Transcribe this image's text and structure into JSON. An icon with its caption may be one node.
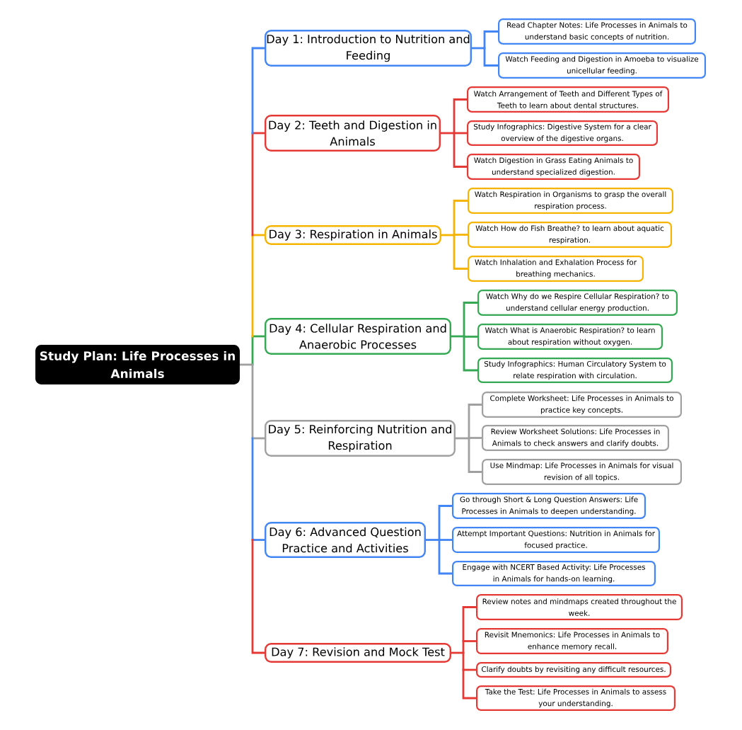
{
  "diagram": {
    "nodes": [
      {
        "text": [
          "Study Plan: Life Processes in Animals"
        ]
      },
      {
        "text": [
          "Day 1: Introduction to Nutrition and Feeding"
        ]
      },
      {
        "text": [
          "Day 2: Teeth and Digestion in Animals"
        ]
      },
      {
        "text": [
          "Day 3: Respiration in Animals"
        ]
      },
      {
        "text": [
          "Day 4: Cellular Respiration and Anaerobic Processes"
        ]
      },
      {
        "text": [
          "Day 5: Reinforcing Nutrition and Respiration"
        ]
      },
      {
        "text": [
          "Day 6: Advanced Question Practice and Activities"
        ]
      },
      {
        "text": [
          "Day 7: Revision and Mock Test"
        ]
      },
      {
        "text": [
          "Read Chapter Notes: Life Processes in Animals to understand basic concepts of nutrition."
        ]
      },
      {
        "text": [
          "Watch Feeding and Digestion in Amoeba to visualize unicellular feeding."
        ]
      },
      {
        "text": [
          "Watch Arrangement of Teeth and Different Types of Teeth to learn about dental structures."
        ]
      },
      {
        "text": [
          "Study Infographics: Digestive System for a clear overview of the digestive organs."
        ]
      },
      {
        "text": [
          "Watch Digestion in Grass Eating Animals to understand specialized digestion."
        ]
      },
      {
        "text": [
          "Watch Respiration in Organisms to grasp the overall respiration process."
        ]
      },
      {
        "text": [
          "Watch How do Fish Breathe? to learn about aquatic respiration."
        ]
      },
      {
        "text": [
          "Watch Inhalation and Exhalation Process for breathing mechanics."
        ]
      },
      {
        "text": [
          "Watch Why do we Respire Cellular Respiration? to understand cellular energy production."
        ]
      },
      {
        "text": [
          "Watch What is Anaerobic Respiration? to learn about respiration without oxygen."
        ]
      },
      {
        "text": [
          "Study Infographics: Human Circulatory System to relate respiration with circulation."
        ]
      },
      {
        "text": [
          "Complete Worksheet: Life Processes in Animals to practice key concepts."
        ]
      },
      {
        "text": [
          "Review Worksheet Solutions: Life Processes in Animals to check answers and clarify doubts."
        ]
      },
      {
        "text": [
          "Use Mindmap: Life Processes in Animals for visual revision of all topics."
        ]
      },
      {
        "text": [
          "Go through Short & Long Question Answers: Life Processes in Animals to deepen understanding."
        ]
      },
      {
        "text": [
          "Attempt Important Questions: Nutrition in Animals for focused practice."
        ]
      },
      {
        "text": [
          "Engage with NCERT Based Activity: Life Processes in Animals for hands-on learning."
        ]
      },
      {
        "text": [
          "Review notes and mindmaps created throughout the week."
        ]
      },
      {
        "text": [
          "Revisit Mnemonics: Life Processes in Animals to enhance memory recall."
        ]
      },
      {
        "text": [
          "Clarify doubts by revisiting any difficult resources."
        ]
      },
      {
        "text": [
          "Take the Test: Life Processes in Animals to assess your understanding."
        ]
      }
    ],
    "edges": [
      {
        "from": 0,
        "to": 1,
        "arrow": "none"
      },
      {
        "from": 0,
        "to": 2,
        "arrow": "none",
        "color": "#e53935"
      },
      {
        "from": 0,
        "to": 3,
        "arrow": "none",
        "color": "#f5b400"
      },
      {
        "from": 0,
        "to": 4,
        "arrow": "none",
        "color": "#34a853"
      },
      {
        "from": 0,
        "to": 5,
        "arrow": "none",
        "color": "#a0a0a0"
      },
      {
        "from": 0,
        "to": 6,
        "arrow": "none",
        "color": "#4285f4"
      },
      {
        "from": 0,
        "to": 7,
        "arrow": "none",
        "color": "#e53935"
      },
      {
        "from": 1,
        "to": 8,
        "arrow": "none",
        "color": "#4285f4"
      },
      {
        "from": 1,
        "to": 9,
        "arrow": "none",
        "color": "#4285f4"
      },
      {
        "from": 2,
        "to": 10,
        "arrow": "none",
        "color": "#e53935"
      },
      {
        "from": 2,
        "to": 11,
        "arrow": "none",
        "color": "#e53935"
      },
      {
        "from": 2,
        "to": 12,
        "arrow": "none",
        "color": "#e53935"
      },
      {
        "from": 3,
        "to": 13,
        "arrow": "none",
        "color": "#f5b400"
      },
      {
        "from": 3,
        "to": 14,
        "arrow": "none",
        "color": "#f5b400"
      },
      {
        "from": 3,
        "to": 15,
        "arrow": "none",
        "color": "#f5b400"
      },
      {
        "from": 4,
        "to": 16,
        "arrow": "none",
        "color": "#34a853"
      },
      {
        "from": 4,
        "to": 17,
        "arrow": "none",
        "color": "#34a853"
      },
      {
        "from": 4,
        "to": 18,
        "arrow": "none",
        "color": "#34a853"
      },
      {
        "from": 5,
        "to": 19,
        "arrow": "none",
        "color": "#a0a0a0"
      },
      {
        "from": 5,
        "to": 20,
        "arrow": "none",
        "color": "#a0a0a0"
      },
      {
        "from": 5,
        "to": 21,
        "arrow": "none",
        "color": "#a0a0a0"
      },
      {
        "from": 6,
        "to": 22,
        "arrow": "none",
        "color": "#4285f4"
      },
      {
        "from": 6,
        "to": 23,
        "arrow": "none",
        "color": "#4285f4"
      },
      {
        "from": 6,
        "to": 24,
        "arrow": "none",
        "color": "#4285f4"
      },
      {
        "from": 7,
        "to": 25,
        "arrow": "none",
        "color": "#e53935"
      },
      {
        "from": 7,
        "to": 26,
        "arrow": "none",
        "color": "#e53935"
      },
      {
        "from": 7,
        "to": 27,
        "arrow": "none",
        "color": "#e53935"
      },
      {
        "from": 7,
        "to": 28,
        "arrow": "none",
        "color": "#e53935"
      }
    ]
  }
}
